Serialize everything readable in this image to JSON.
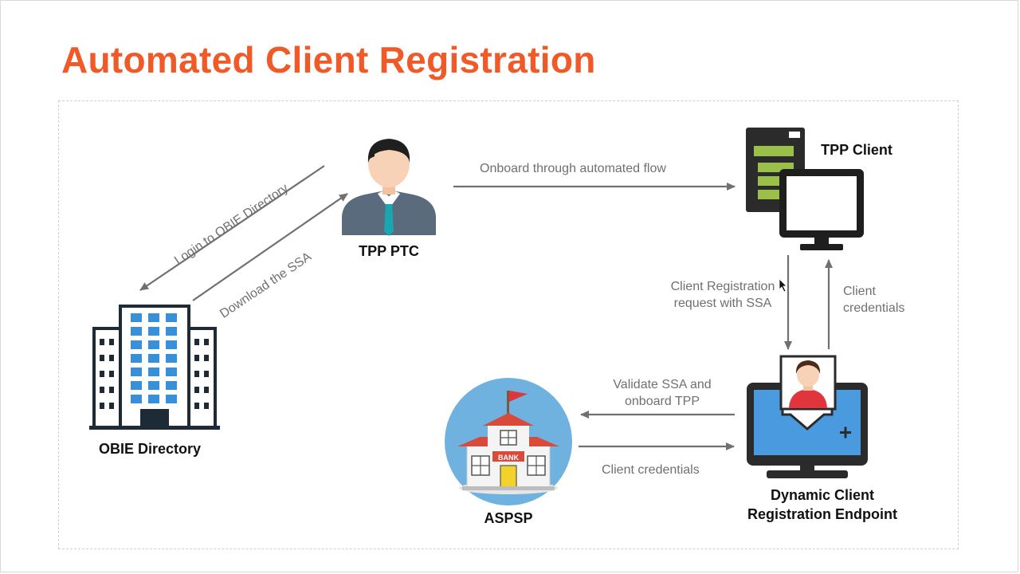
{
  "slide": {
    "title": "Automated Client Registration"
  },
  "nodes": {
    "tpp_ptc": "TPP PTC",
    "tpp_client": "TPP Client",
    "obie_directory": "OBIE Directory",
    "aspsp": "ASPSP",
    "dcr_endpoint_line1": "Dynamic Client",
    "dcr_endpoint_line2": "Registration Endpoint",
    "bank_sign": "BANK"
  },
  "edges": {
    "login": "Login to OBIE Directory",
    "download": "Download the SSA",
    "onboard": "Onboard through automated flow",
    "registration_line1": "Client Registration",
    "registration_line2": "request with SSA",
    "credentials_up_line1": "Client",
    "credentials_up_line2": "credentials",
    "validate_line1": "Validate SSA and",
    "validate_line2": "onboard TPP",
    "credentials_bottom": "Client credentials"
  },
  "colors": {
    "title": "#f05a28",
    "arrow": "#707070",
    "building_blue": "#3a8fd9",
    "bank_circle": "#6fb2e0",
    "server_green": "#9bc04a",
    "monitor_screen": "#4a9ae0",
    "person_shirt": "#e0353d"
  }
}
